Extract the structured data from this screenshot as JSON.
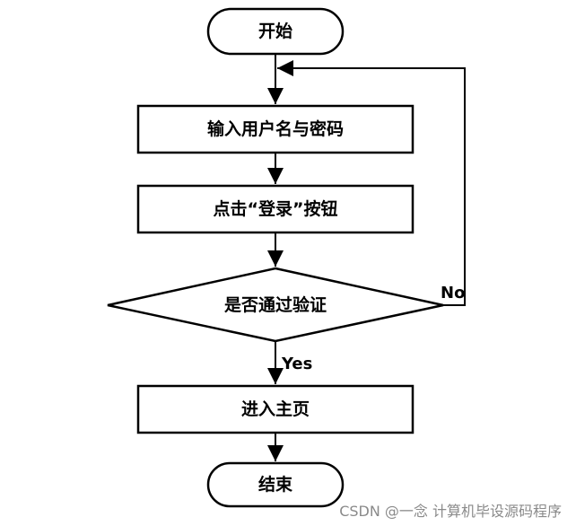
{
  "nodes": {
    "start": "开始",
    "input": "输入用户名与密码",
    "click": "点击“登录”按钮",
    "decision": "是否通过验证",
    "home": "进入主页",
    "end": "结束"
  },
  "edges": {
    "no": "No",
    "yes": "Yes"
  },
  "watermark": "CSDN @一念 计算机毕设源码程序"
}
